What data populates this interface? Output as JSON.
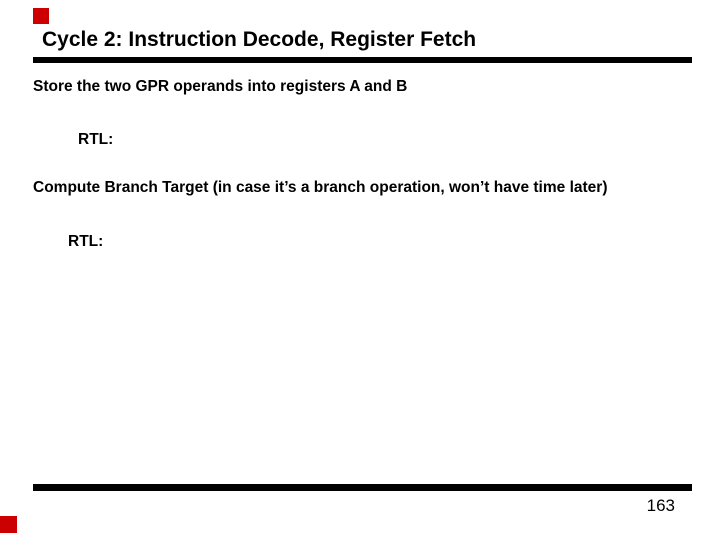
{
  "slide": {
    "title": "Cycle 2: Instruction Decode, Register Fetch",
    "body_lines": [
      {
        "text": "Store the two GPR operands into registers A and B"
      },
      {
        "text": "RTL:"
      },
      {
        "text": "Compute Branch Target (in case it’s a branch operation, won’t have time later)"
      },
      {
        "text": "RTL:"
      }
    ],
    "page_number": "163",
    "colors": {
      "accent_red": "#cc0000",
      "rule": "#000000",
      "text": "#000000",
      "background": "#ffffff"
    }
  }
}
